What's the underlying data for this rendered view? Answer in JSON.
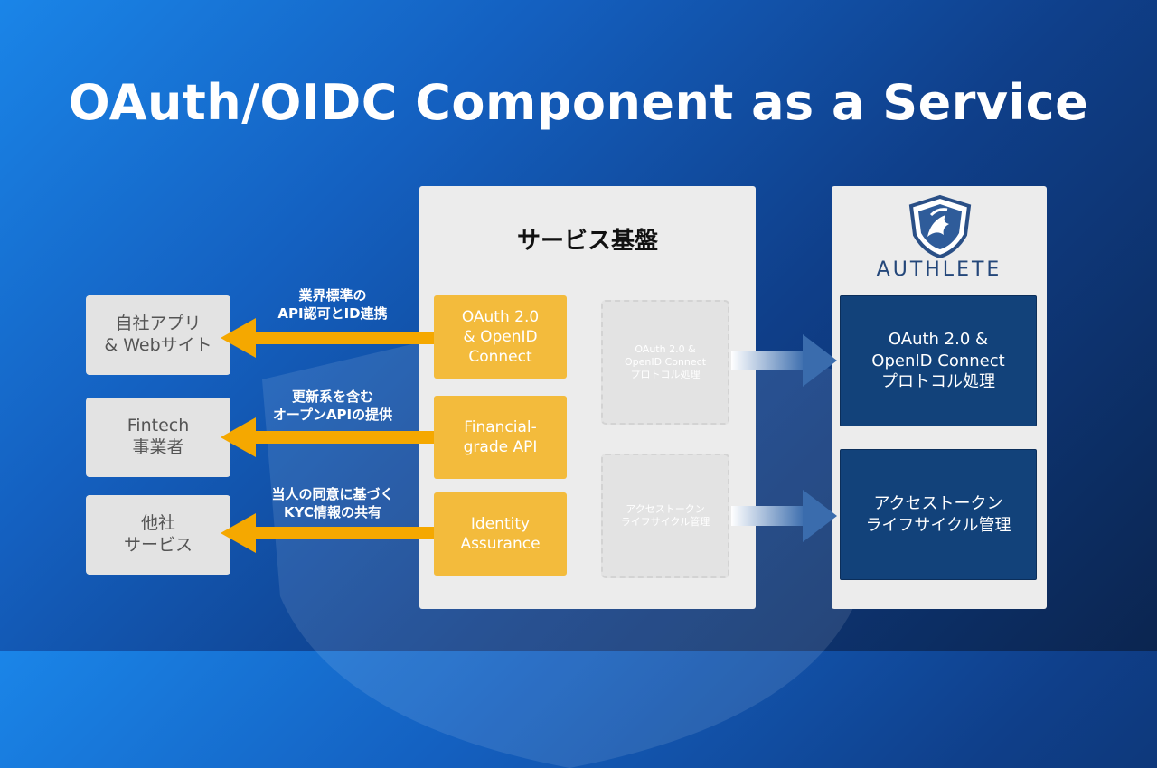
{
  "title": "OAuth/OIDC Component as a Service",
  "colors": {
    "orange": "#f3bb3c",
    "arrow_orange": "#f5a800",
    "navy": "#12427a",
    "panel_gray": "#ececec"
  },
  "left_boxes": [
    {
      "label": "自社アプリ\n& Webサイト"
    },
    {
      "label": "Fintech\n事業者"
    },
    {
      "label": "他社\nサービス"
    }
  ],
  "arrow_labels": [
    {
      "label": "業界標準の\nAPI認可とID連携"
    },
    {
      "label": "更新系を含む\nオープンAPIの提供"
    },
    {
      "label": "当人の同意に基づく\nKYC情報の共有"
    }
  ],
  "platform": {
    "title": "サービス基盤",
    "features": [
      {
        "label": "OAuth 2.0\n& OpenID\nConnect"
      },
      {
        "label": "Financial-\ngrade API"
      },
      {
        "label": "Identity\nAssurance"
      }
    ],
    "placeholders": [
      {
        "label": "OAuth 2.0 &\nOpenID Connect\nプロトコル処理"
      },
      {
        "label": "アクセストークン\nライフサイクル管理"
      }
    ]
  },
  "authlete": {
    "name": "AUTHLETE",
    "logo_icon": "authlete-shield-icon",
    "features": [
      {
        "label": "OAuth 2.0 &\nOpenID Connect\nプロトコル処理"
      },
      {
        "label": "アクセストークン\nライフサイクル管理"
      }
    ]
  }
}
